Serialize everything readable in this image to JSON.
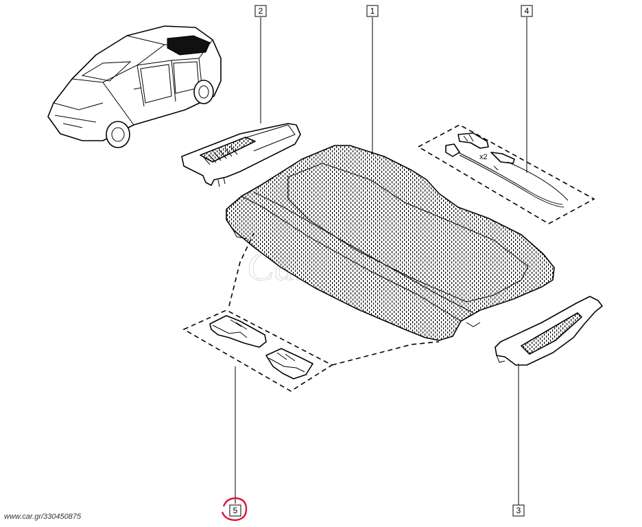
{
  "callouts": {
    "c1": "1",
    "c2": "2",
    "c3": "3",
    "c4": "4",
    "c5": "5"
  },
  "multiplier": "x2",
  "watermark": "www.car.gr/330450875",
  "colors": {
    "line": "#000000",
    "highlight_circle": "#d9143a",
    "background": "#ffffff"
  }
}
